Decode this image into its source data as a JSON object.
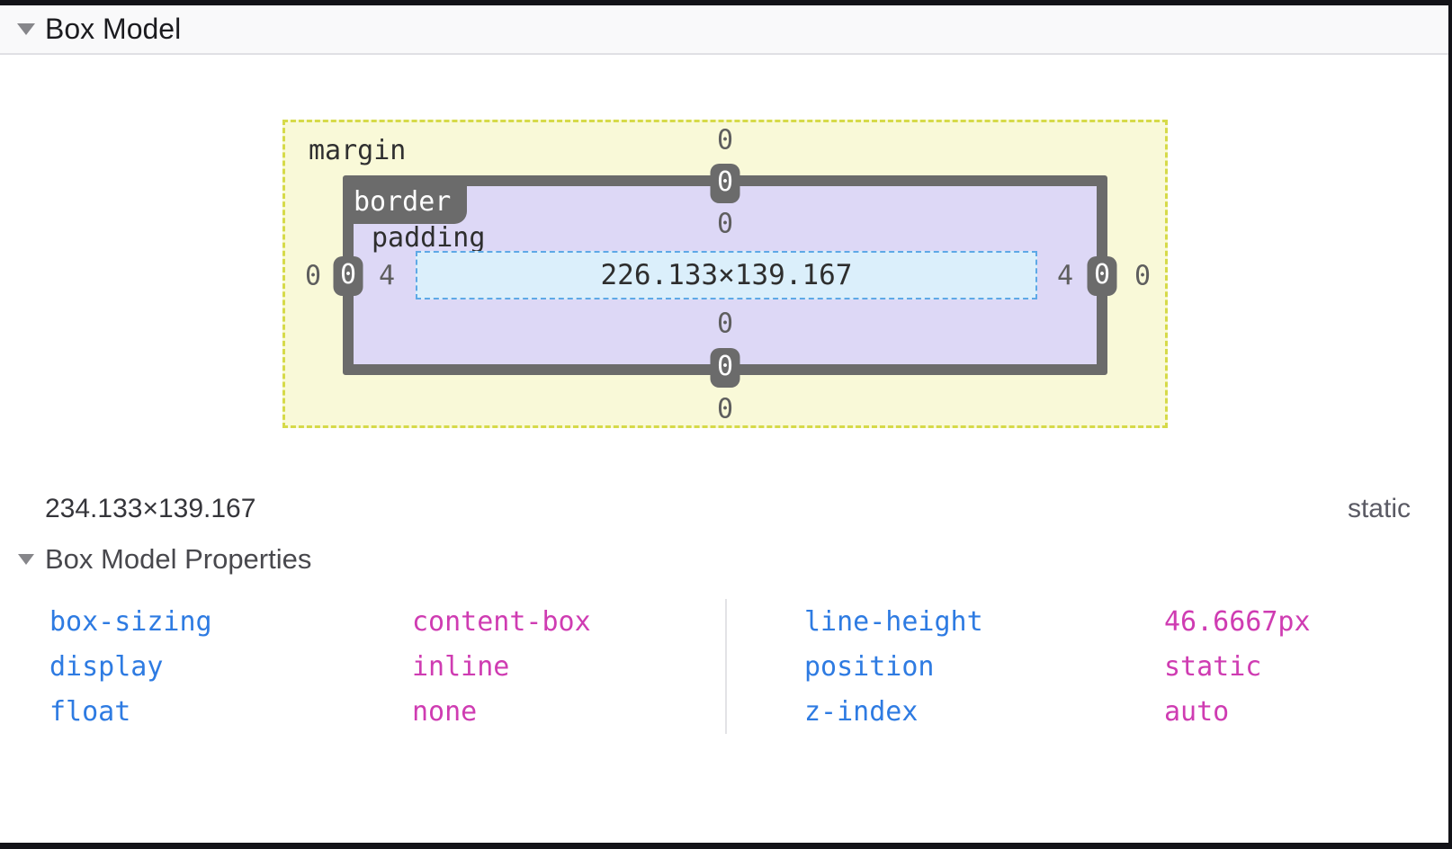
{
  "panel": {
    "title": "Box Model",
    "element_size": "234.133×139.167",
    "element_position": "static"
  },
  "diagram": {
    "content_size": "226.133×139.167",
    "labels": {
      "margin": "margin",
      "border": "border",
      "padding": "padding"
    },
    "values": {
      "margin_top": "0",
      "margin_right": "0",
      "margin_bottom": "0",
      "margin_left": "0",
      "border_top": "0",
      "border_right": "0",
      "border_bottom": "0",
      "border_left": "0",
      "padding_top": "0",
      "padding_right": "4",
      "padding_bottom": "0",
      "padding_left": "4"
    },
    "colors": {
      "margin_bg": "#f9f9d8",
      "margin_border": "#d6da49",
      "border_bg": "#6b6b6b",
      "padding_bg": "#ddd8f6",
      "content_bg": "#dbeffb",
      "content_border": "#5ea9e6"
    }
  },
  "properties_section": {
    "title": "Box Model Properties",
    "name_color": "#2e7be2",
    "value_color": "#cf3cb2",
    "columns": [
      {
        "rows": [
          {
            "name": "box-sizing",
            "value": "content-box"
          },
          {
            "name": "display",
            "value": "inline"
          },
          {
            "name": "float",
            "value": "none"
          }
        ]
      },
      {
        "rows": [
          {
            "name": "line-height",
            "value": "46.6667px"
          },
          {
            "name": "position",
            "value": "static"
          },
          {
            "name": "z-index",
            "value": "auto"
          }
        ]
      }
    ]
  }
}
